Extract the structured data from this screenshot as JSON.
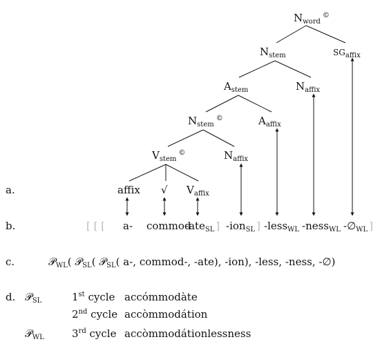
{
  "tree": {
    "nodes": [
      {
        "id": "nword",
        "base": "N",
        "sub": "word",
        "copy": "©"
      },
      {
        "id": "nstem1",
        "base": "N",
        "sub": "stem",
        "copy": ""
      },
      {
        "id": "sgaffix",
        "base": "SG",
        "sub": "affix",
        "copy": ""
      },
      {
        "id": "astem",
        "base": "A",
        "sub": "stem",
        "copy": ""
      },
      {
        "id": "naffix1",
        "base": "N",
        "sub": "affix",
        "copy": ""
      },
      {
        "id": "nstem2",
        "base": "N",
        "sub": "stem",
        "copy": "©"
      },
      {
        "id": "aaffix",
        "base": "A",
        "sub": "affix",
        "copy": ""
      },
      {
        "id": "vstem",
        "base": "V",
        "sub": "stem",
        "copy": "©"
      },
      {
        "id": "naffix2",
        "base": "N",
        "sub": "affix",
        "copy": ""
      },
      {
        "id": "affix",
        "base": "affix",
        "sub": "",
        "copy": ""
      },
      {
        "id": "root",
        "base": "√",
        "sub": "",
        "copy": ""
      },
      {
        "id": "vaffix",
        "base": "V",
        "sub": "affix",
        "copy": ""
      }
    ]
  },
  "row_a": {
    "label": "a."
  },
  "row_b": {
    "label": "b.",
    "brackets": "[ [ [",
    "closing_brackets": [
      "]",
      "]",
      "]"
    ],
    "morphs": [
      {
        "text": "a-",
        "sub": ""
      },
      {
        "text": "commod",
        "sub": ""
      },
      {
        "text": "-ate",
        "sub": "SL"
      },
      {
        "text": "-ion",
        "sub": "SL"
      },
      {
        "text": "-less",
        "sub": "WL"
      },
      {
        "text": "-ness",
        "sub": "WL"
      },
      {
        "text": "-∅",
        "sub": "WL"
      }
    ]
  },
  "row_c": {
    "label": "c.",
    "p1": "𝒫",
    "s1": "WL",
    "p2": "𝒫",
    "s2": "SL",
    "p3": "𝒫",
    "s3": "SL",
    "args": "( a-, commod-, -ate), -ion), -less, -ness, -∅)"
  },
  "row_d": {
    "label": "d.",
    "rows": [
      {
        "op": "𝒫",
        "op_sub": "SL",
        "num": "1",
        "ord": "st",
        "cycle": "cycle",
        "form": "accómmodàte"
      },
      {
        "op": "",
        "op_sub": "",
        "num": "2",
        "ord": "nd",
        "cycle": "cycle",
        "form": "accòmmodátion"
      },
      {
        "op": "𝒫",
        "op_sub": "WL",
        "num": "3",
        "ord": "rd",
        "cycle": "cycle",
        "form": "accòmmodátionlessness"
      }
    ]
  }
}
